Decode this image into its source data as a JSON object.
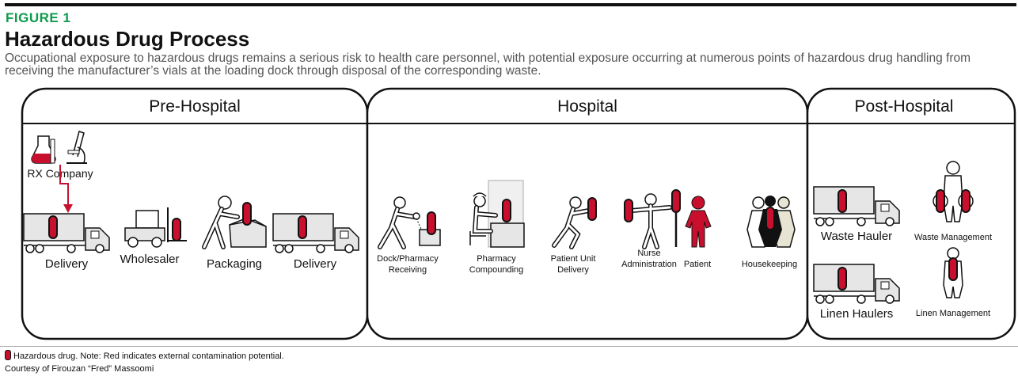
{
  "figure_label": "FIGURE 1",
  "title": "Hazardous Drug Process",
  "caption": "Occupational exposure to hazardous drugs remains a serious risk to health care personnel, with potential exposure occurring at numerous points of hazardous drug handling from receiving the manufacturer’s vials at the loading dock through disposal of the corresponding waste.",
  "sections": {
    "pre": "Pre-Hospital",
    "hospital": "Hospital",
    "post": "Post-Hospital"
  },
  "pre_hospital": {
    "rx_company": "RX Company",
    "delivery_1": "Delivery",
    "wholesaler": "Wholesaler",
    "packaging": "Packaging",
    "delivery_2": "Delivery"
  },
  "hospital": {
    "dock_1": "Dock/Pharmacy",
    "dock_2": "Receiving",
    "compounding_1": "Pharmacy",
    "compounding_2": "Compounding",
    "unit_1": "Patient Unit",
    "unit_2": "Delivery",
    "nurse_1": "Nurse",
    "nurse_2": "Administration",
    "patient": "Patient",
    "housekeeping": "Housekeeping"
  },
  "post_hospital": {
    "waste_hauler": "Waste Hauler",
    "waste_management": "Waste Management",
    "linen_haulers": "Linen Haulers",
    "linen_management": "Linen Management"
  },
  "legend": "Hazardous drug. Note: Red indicates external contamination potential.",
  "credit": "Courtesy of Firouzan “Fred” Massoomi",
  "colors": {
    "accent": "#0d9a4e",
    "hazard": "#c8102e",
    "outline": "#111111"
  }
}
